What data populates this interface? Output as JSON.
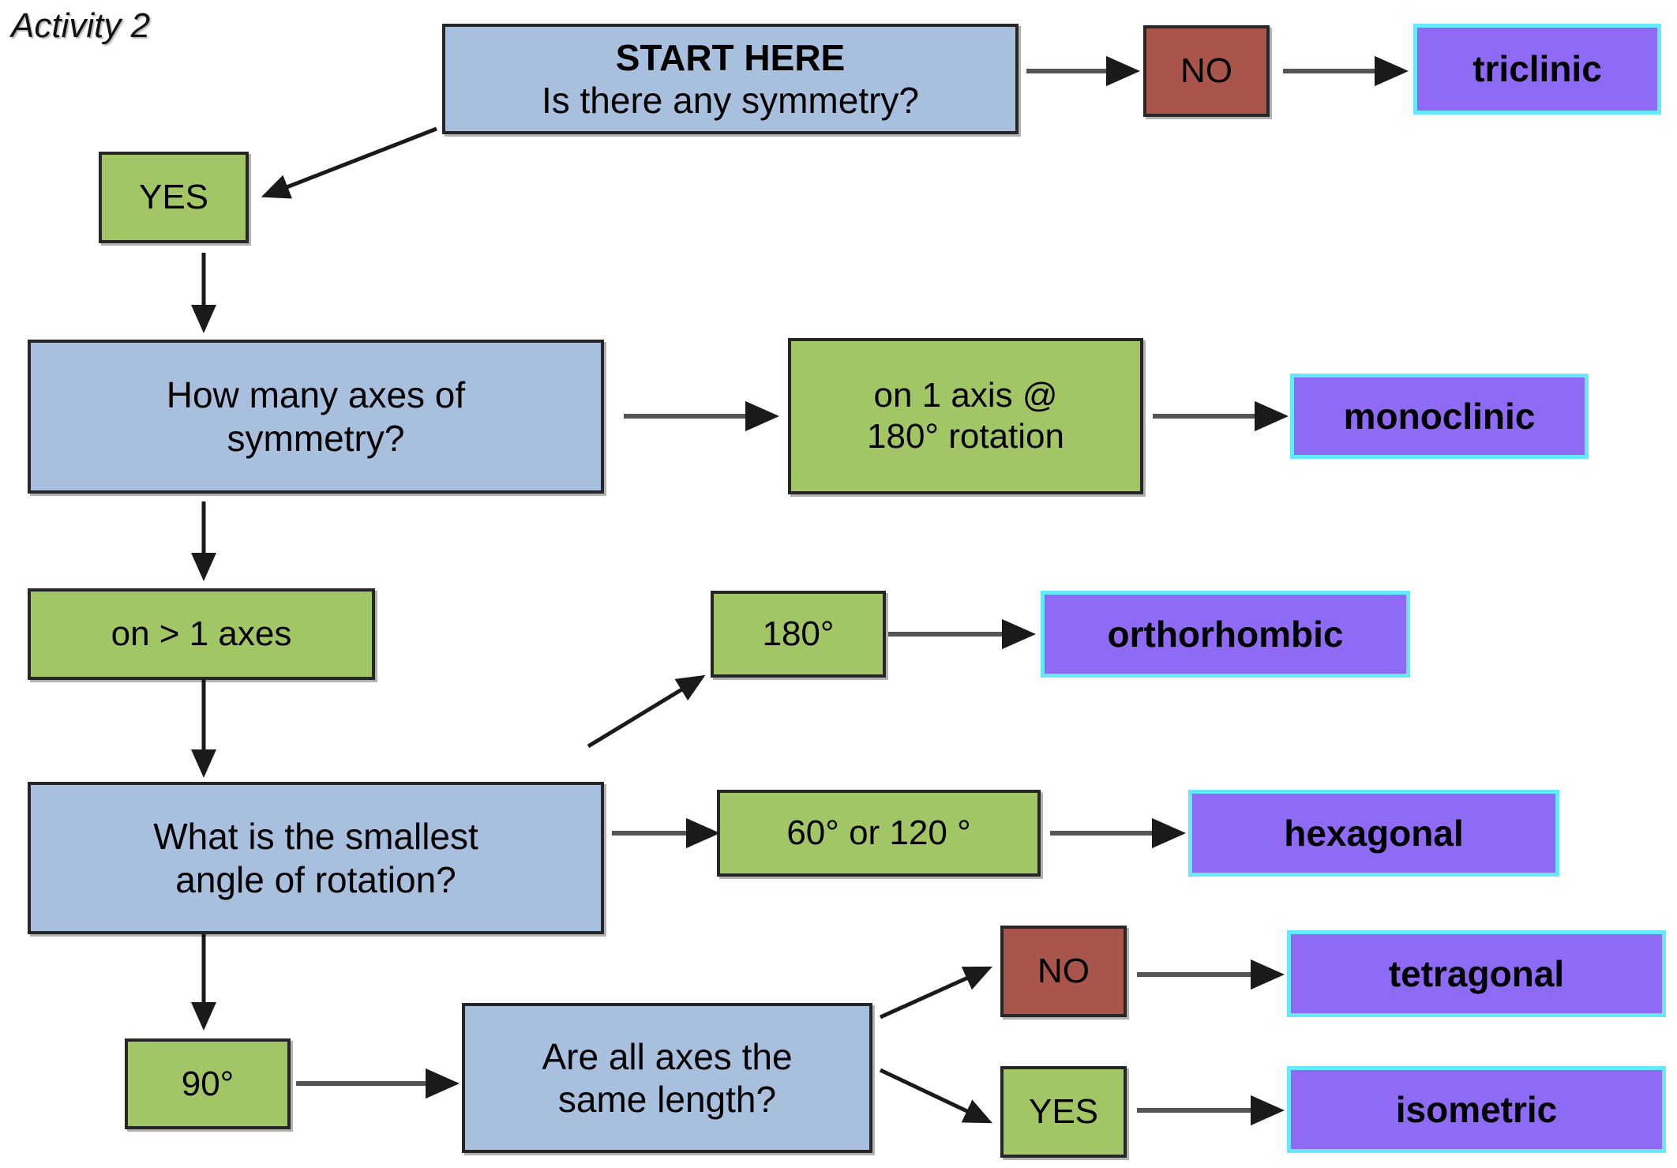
{
  "title": "Activity 2",
  "palette": {
    "question_fill": "#a8c0de",
    "green_fill": "#a2c666",
    "red_fill": "#a9554b",
    "result_fill": "#8f6bf5",
    "result_border": "#66e8ff",
    "outline": "#262626",
    "arrow": "#1a1a1a",
    "background": "#ffffff"
  },
  "nodes": {
    "start": {
      "heading": "START HERE",
      "question": "Is there any symmetry?"
    },
    "no_symmetry": {
      "label": "NO"
    },
    "triclinic": {
      "label": "triclinic"
    },
    "yes_symmetry": {
      "label": "YES"
    },
    "how_many_axes": {
      "line1": "How many axes of",
      "line2": "symmetry?"
    },
    "one_axis": {
      "line1": "on 1 axis @",
      "line2": "180° rotation"
    },
    "monoclinic": {
      "label": "monoclinic"
    },
    "more_than_one_axis": {
      "label": "on > 1 axes"
    },
    "angle_180": {
      "label": "180°"
    },
    "orthorhombic": {
      "label": "orthorhombic"
    },
    "smallest_angle": {
      "line1": "What is the smallest",
      "line2": "angle of rotation?"
    },
    "angle_60_120": {
      "label": "60° or 120 °"
    },
    "hexagonal": {
      "label": "hexagonal"
    },
    "angle_90": {
      "label": "90°"
    },
    "same_length": {
      "line1": "Are all axes the",
      "line2": "same length?"
    },
    "no_same_length": {
      "label": "NO"
    },
    "tetragonal": {
      "label": "tetragonal"
    },
    "yes_same_length": {
      "label": "YES"
    },
    "isometric": {
      "label": "isometric"
    }
  },
  "chart_data": {
    "type": "diagram",
    "title": "Activity 2",
    "subtype": "decision-flowchart",
    "topic": "Crystal system identification by symmetry",
    "node_list": [
      {
        "id": "start",
        "kind": "question",
        "text": "START HERE / Is there any symmetry?"
      },
      {
        "id": "no_symmetry",
        "kind": "answer-no",
        "text": "NO"
      },
      {
        "id": "triclinic",
        "kind": "result",
        "text": "triclinic"
      },
      {
        "id": "yes_symmetry",
        "kind": "answer-yes",
        "text": "YES"
      },
      {
        "id": "how_many_axes",
        "kind": "question",
        "text": "How many axes of symmetry?"
      },
      {
        "id": "one_axis",
        "kind": "answer",
        "text": "on 1 axis @ 180° rotation"
      },
      {
        "id": "monoclinic",
        "kind": "result",
        "text": "monoclinic"
      },
      {
        "id": "more_than_one_axis",
        "kind": "answer",
        "text": "on > 1 axes"
      },
      {
        "id": "angle_180",
        "kind": "answer",
        "text": "180°"
      },
      {
        "id": "orthorhombic",
        "kind": "result",
        "text": "orthorhombic"
      },
      {
        "id": "smallest_angle",
        "kind": "question",
        "text": "What is the smallest angle of rotation?"
      },
      {
        "id": "angle_60_120",
        "kind": "answer",
        "text": "60° or 120 °"
      },
      {
        "id": "hexagonal",
        "kind": "result",
        "text": "hexagonal"
      },
      {
        "id": "angle_90",
        "kind": "answer",
        "text": "90°"
      },
      {
        "id": "same_length",
        "kind": "question",
        "text": "Are all axes the same length?"
      },
      {
        "id": "no_same_length",
        "kind": "answer-no",
        "text": "NO"
      },
      {
        "id": "tetragonal",
        "kind": "result",
        "text": "tetragonal"
      },
      {
        "id": "yes_same_length",
        "kind": "answer-yes",
        "text": "YES"
      },
      {
        "id": "isometric",
        "kind": "result",
        "text": "isometric"
      }
    ],
    "edges": [
      {
        "from": "start",
        "to": "no_symmetry"
      },
      {
        "from": "no_symmetry",
        "to": "triclinic"
      },
      {
        "from": "start",
        "to": "yes_symmetry"
      },
      {
        "from": "yes_symmetry",
        "to": "how_many_axes"
      },
      {
        "from": "how_many_axes",
        "to": "one_axis"
      },
      {
        "from": "one_axis",
        "to": "monoclinic"
      },
      {
        "from": "how_many_axes",
        "to": "more_than_one_axis"
      },
      {
        "from": "more_than_one_axis",
        "to": "smallest_angle"
      },
      {
        "from": "smallest_angle",
        "to": "angle_180"
      },
      {
        "from": "angle_180",
        "to": "orthorhombic"
      },
      {
        "from": "smallest_angle",
        "to": "angle_60_120"
      },
      {
        "from": "angle_60_120",
        "to": "hexagonal"
      },
      {
        "from": "smallest_angle",
        "to": "angle_90"
      },
      {
        "from": "angle_90",
        "to": "same_length"
      },
      {
        "from": "same_length",
        "to": "no_same_length"
      },
      {
        "from": "no_same_length",
        "to": "tetragonal"
      },
      {
        "from": "same_length",
        "to": "yes_same_length"
      },
      {
        "from": "yes_same_length",
        "to": "isometric"
      }
    ]
  }
}
